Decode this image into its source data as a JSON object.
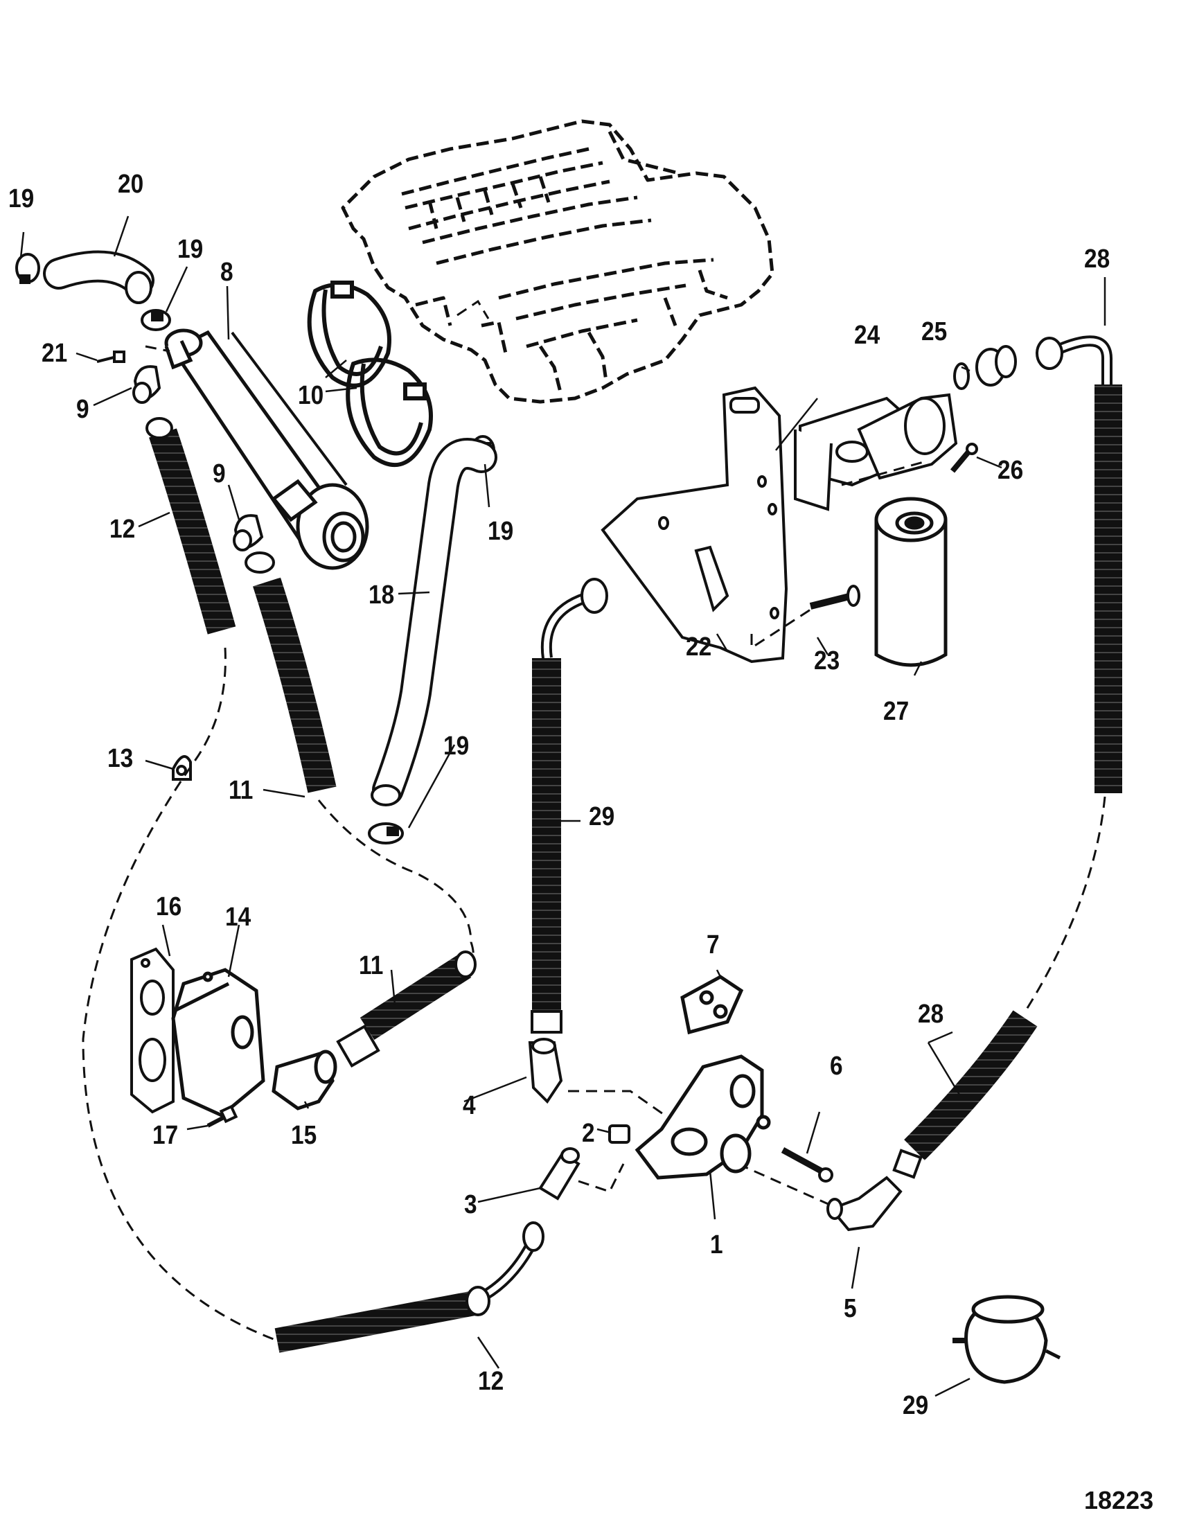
{
  "diagram": {
    "figure_number": "18223",
    "callouts": [
      {
        "id": "c1",
        "text": "1"
      },
      {
        "id": "c2",
        "text": "2"
      },
      {
        "id": "c3",
        "text": "3"
      },
      {
        "id": "c4",
        "text": "4"
      },
      {
        "id": "c5",
        "text": "5"
      },
      {
        "id": "c6",
        "text": "6"
      },
      {
        "id": "c7",
        "text": "7"
      },
      {
        "id": "c8",
        "text": "8"
      },
      {
        "id": "c9a",
        "text": "9"
      },
      {
        "id": "c9b",
        "text": "9"
      },
      {
        "id": "c10",
        "text": "10"
      },
      {
        "id": "c11a",
        "text": "11"
      },
      {
        "id": "c11b",
        "text": "11"
      },
      {
        "id": "c12a",
        "text": "12"
      },
      {
        "id": "c12b",
        "text": "12"
      },
      {
        "id": "c13",
        "text": "13"
      },
      {
        "id": "c14",
        "text": "14"
      },
      {
        "id": "c15",
        "text": "15"
      },
      {
        "id": "c16",
        "text": "16"
      },
      {
        "id": "c17",
        "text": "17"
      },
      {
        "id": "c18",
        "text": "18"
      },
      {
        "id": "c19a",
        "text": "19"
      },
      {
        "id": "c19b",
        "text": "19"
      },
      {
        "id": "c19c",
        "text": "19"
      },
      {
        "id": "c19d",
        "text": "19"
      },
      {
        "id": "c20",
        "text": "20"
      },
      {
        "id": "c21",
        "text": "21"
      },
      {
        "id": "c22",
        "text": "22"
      },
      {
        "id": "c23",
        "text": "23"
      },
      {
        "id": "c24",
        "text": "24"
      },
      {
        "id": "c25",
        "text": "25"
      },
      {
        "id": "c26",
        "text": "26"
      },
      {
        "id": "c27",
        "text": "27"
      },
      {
        "id": "c28a",
        "text": "28"
      },
      {
        "id": "c28b",
        "text": "28"
      },
      {
        "id": "c29a",
        "text": "29"
      },
      {
        "id": "c29b",
        "text": "29"
      }
    ]
  }
}
